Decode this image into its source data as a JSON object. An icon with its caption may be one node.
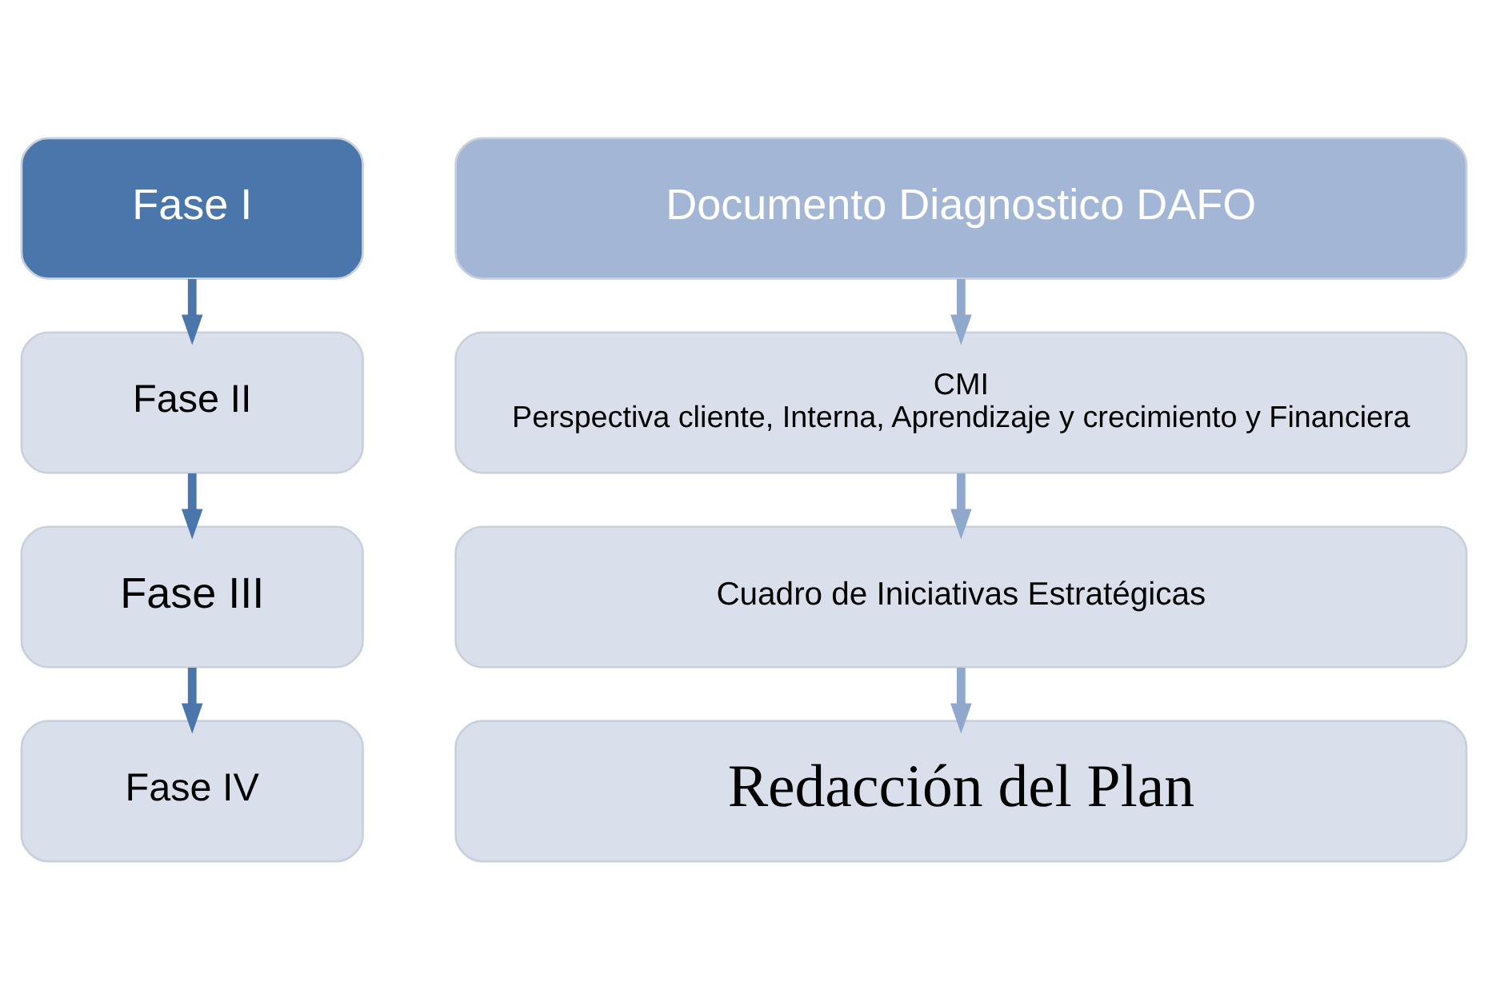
{
  "diagram": {
    "nodes": [
      {
        "text": [
          "Fase I"
        ]
      },
      {
        "text": [
          "Documento Diagnostico DAFO"
        ]
      },
      {
        "text": [
          "Fase II"
        ]
      },
      {
        "text": [
          "CMI",
          "Perspectiva cliente, Interna, Aprendizaje y crecimiento y Financiera"
        ]
      },
      {
        "text": [
          "Fase III"
        ]
      },
      {
        "text": [
          "Cuadro de Iniciativas Estratégicas"
        ]
      },
      {
        "text": [
          "Fase IV"
        ]
      },
      {
        "text": [
          "Redacción del Plan"
        ]
      }
    ],
    "edges": [
      {
        "from": 0,
        "to": 2,
        "arrow": "to"
      },
      {
        "from": 2,
        "to": 4,
        "arrow": "to"
      },
      {
        "from": 4,
        "to": 6,
        "arrow": "to"
      },
      {
        "from": 1,
        "to": 3,
        "arrow": "to",
        "color": "#8fa8cc"
      },
      {
        "from": 3,
        "to": 5,
        "arrow": "to",
        "color": "#8fa8cc"
      },
      {
        "from": 5,
        "to": 7,
        "arrow": "to",
        "color": "#8fa8cc"
      }
    ]
  }
}
